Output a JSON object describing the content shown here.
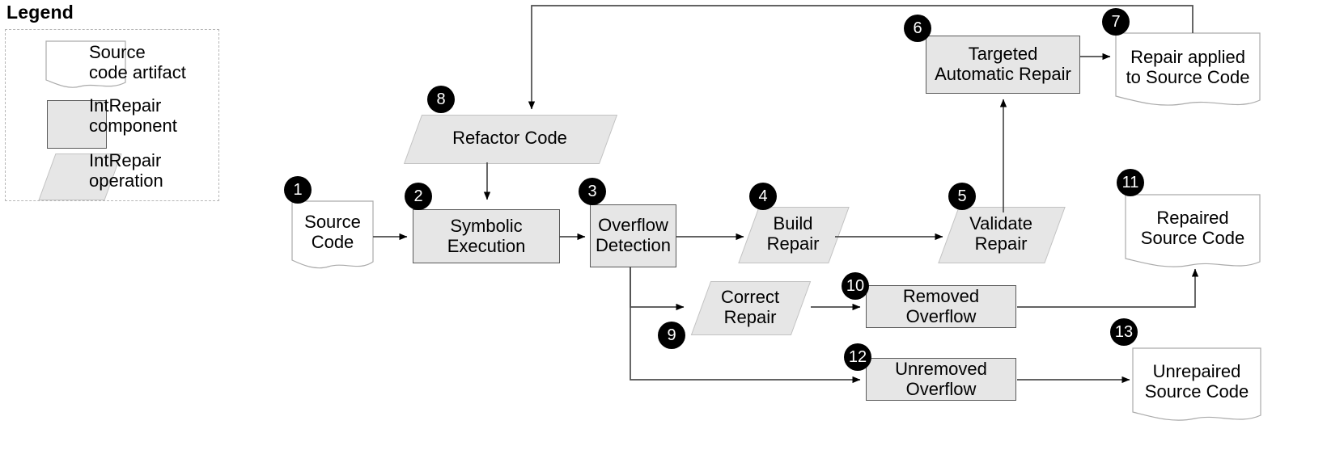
{
  "legend": {
    "title": "Legend",
    "items": [
      {
        "icon": "source-code-artifact-shape",
        "label": "Source\ncode artifact"
      },
      {
        "icon": "intrepair-component-shape",
        "label": "IntRepair\ncomponent"
      },
      {
        "icon": "intrepair-operation-shape",
        "label": "IntRepair\noperation"
      }
    ]
  },
  "colors": {
    "fill_component": "#e6e6e6",
    "stroke_component": "#595959",
    "fill_operation": "#e6e6e6",
    "stroke_operation": "#c2c2c2",
    "artifact_stroke": "#aaaaaa",
    "badge_bg": "#000000",
    "badge_fg": "#ffffff",
    "wire": "#4d4d4d"
  },
  "nodes": [
    {
      "id": "source-code",
      "num": "1",
      "kind": "artifact",
      "label": "Source\nCode"
    },
    {
      "id": "symbolic-execution",
      "num": "2",
      "kind": "component",
      "label": "Symbolic\nExecution"
    },
    {
      "id": "overflow-detection",
      "num": "3",
      "kind": "component",
      "label": "Overflow\nDetection"
    },
    {
      "id": "build-repair",
      "num": "4",
      "kind": "operation",
      "label": "Build\nRepair"
    },
    {
      "id": "validate-repair",
      "num": "5",
      "kind": "operation",
      "label": "Validate\nRepair"
    },
    {
      "id": "targeted-automatic-repair",
      "num": "6",
      "kind": "component",
      "label": "Targeted\nAutomatic Repair"
    },
    {
      "id": "repair-applied",
      "num": "7",
      "kind": "artifact",
      "label": "Repair applied\nto Source Code"
    },
    {
      "id": "refactor-code",
      "num": "8",
      "kind": "operation",
      "label": "Refactor Code"
    },
    {
      "id": "correct-repair",
      "num": "9",
      "kind": "operation",
      "label": "Correct\nRepair"
    },
    {
      "id": "removed-overflow",
      "num": "10",
      "kind": "component",
      "label": "Removed\nOverflow"
    },
    {
      "id": "repaired-source-code",
      "num": "11",
      "kind": "artifact",
      "label": "Repaired\nSource Code"
    },
    {
      "id": "unremoved-overflow",
      "num": "12",
      "kind": "component",
      "label": "Unremoved\nOverflow"
    },
    {
      "id": "unrepaired-source-code",
      "num": "13",
      "kind": "artifact",
      "label": "Unrepaired\nSource Code"
    }
  ],
  "edges": [
    {
      "from": "source-code",
      "to": "symbolic-execution"
    },
    {
      "from": "symbolic-execution",
      "to": "overflow-detection"
    },
    {
      "from": "overflow-detection",
      "to": "build-repair"
    },
    {
      "from": "build-repair",
      "to": "validate-repair"
    },
    {
      "from": "validate-repair",
      "to": "targeted-automatic-repair"
    },
    {
      "from": "targeted-automatic-repair",
      "to": "repair-applied"
    },
    {
      "from": "repair-applied",
      "to": "refactor-code"
    },
    {
      "from": "refactor-code",
      "to": "symbolic-execution"
    },
    {
      "from": "overflow-detection",
      "to": "correct-repair"
    },
    {
      "from": "correct-repair",
      "to": "removed-overflow"
    },
    {
      "from": "removed-overflow",
      "to": "repaired-source-code"
    },
    {
      "from": "overflow-detection",
      "to": "unremoved-overflow"
    },
    {
      "from": "unremoved-overflow",
      "to": "unrepaired-source-code"
    }
  ]
}
